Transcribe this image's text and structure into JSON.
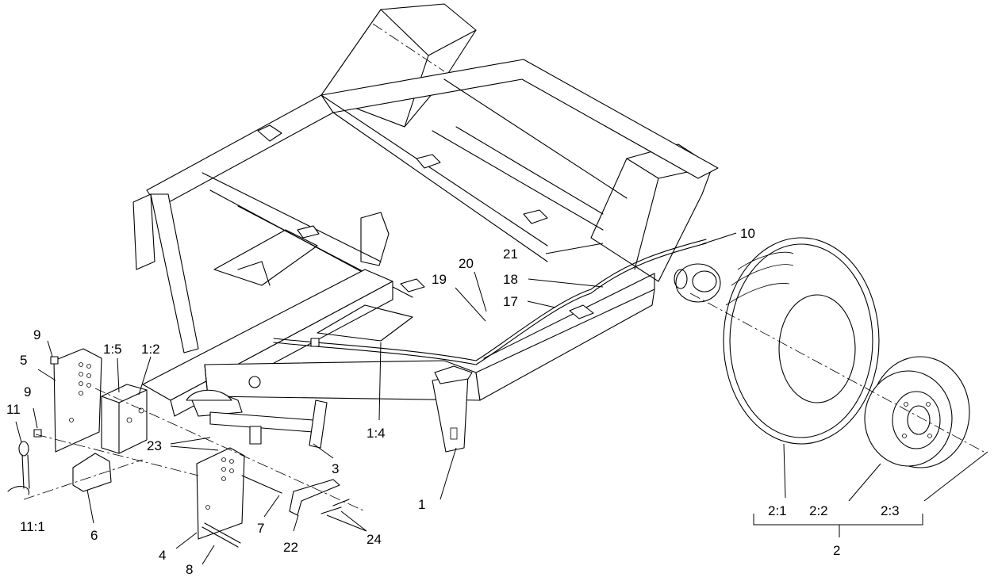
{
  "callouts": {
    "c1": "1",
    "c1_2": "1:2",
    "c1_4": "1:4",
    "c1_5": "1:5",
    "c2": "2",
    "c2_1": "2:1",
    "c2_2": "2:2",
    "c2_3": "2:3",
    "c3": "3",
    "c4": "4",
    "c5": "5",
    "c6": "6",
    "c7": "7",
    "c8": "8",
    "c9a": "9",
    "c9b": "9",
    "c10": "10",
    "c11": "11",
    "c11_1": "11:1",
    "c17": "17",
    "c18": "18",
    "c19": "19",
    "c20": "20",
    "c21": "21",
    "c22": "22",
    "c23": "23",
    "c24": "24"
  }
}
